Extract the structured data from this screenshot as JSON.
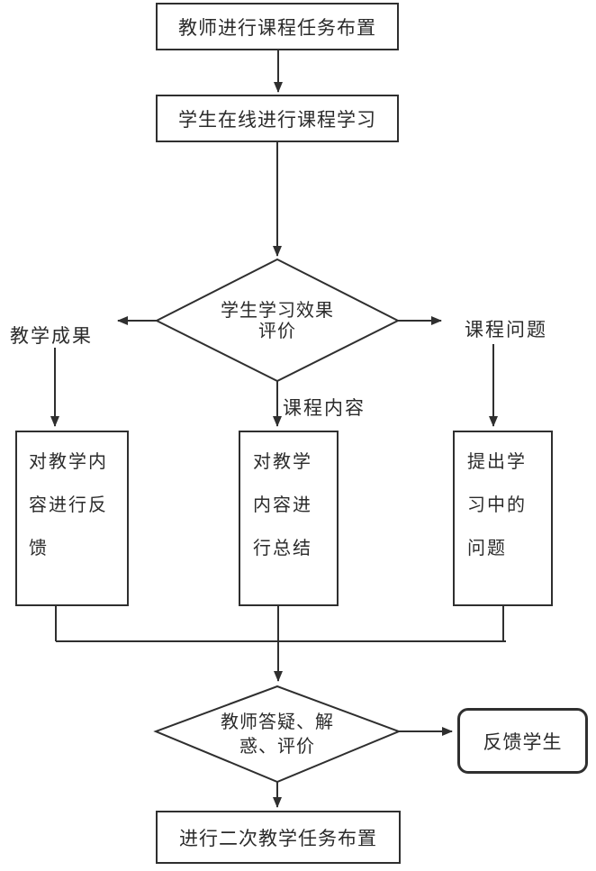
{
  "colors": {
    "line": "#2f2f2f",
    "text": "#2b2b2b",
    "background": "#ffffff"
  },
  "flowchart": {
    "nodes": {
      "assign_task": {
        "label": "教师进行课程任务布置"
      },
      "online_learning": {
        "label": "学生在线进行课程学习"
      },
      "evaluation_decision": {
        "lines": [
          "学生学习效果",
          "评价"
        ]
      },
      "content_feedback": {
        "lines": [
          "对教学内",
          "容进行反",
          "馈"
        ]
      },
      "content_summary": {
        "lines": [
          "对教学",
          "内容进",
          "行总结"
        ]
      },
      "raise_questions": {
        "lines": [
          "提出学",
          "习中的",
          "问题"
        ]
      },
      "teacher_answer_decision": {
        "lines": [
          "教师答疑、解",
          "惑、评价"
        ]
      },
      "feedback_students": {
        "label": "反馈学生"
      },
      "second_assignment": {
        "label": "进行二次教学任务布置"
      }
    },
    "branch_labels": {
      "left": "教学成果",
      "middle": "课程内容",
      "right": "课程问题"
    }
  }
}
